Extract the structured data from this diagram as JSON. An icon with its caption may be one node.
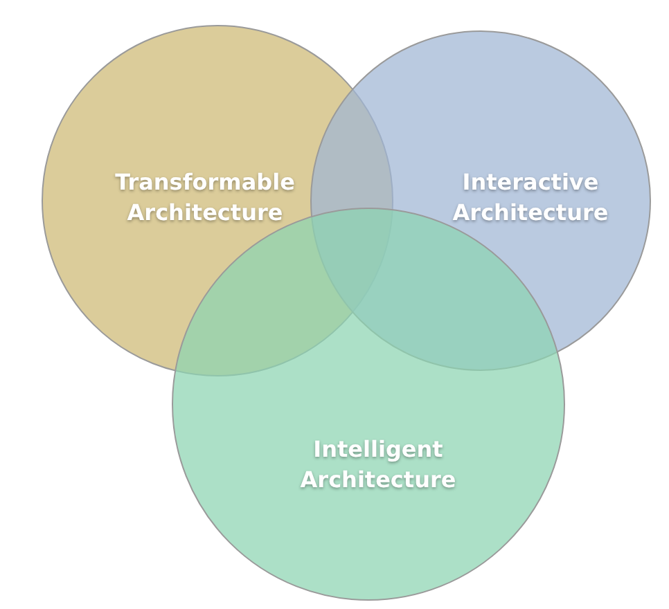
{
  "diagram": {
    "nodes": [
      {
        "text": [
          "Transformable Architecture"
        ]
      },
      {
        "text": [
          "Interactive Architecture"
        ]
      },
      {
        "text": [
          "Intelligent Architecture"
        ]
      }
    ]
  }
}
